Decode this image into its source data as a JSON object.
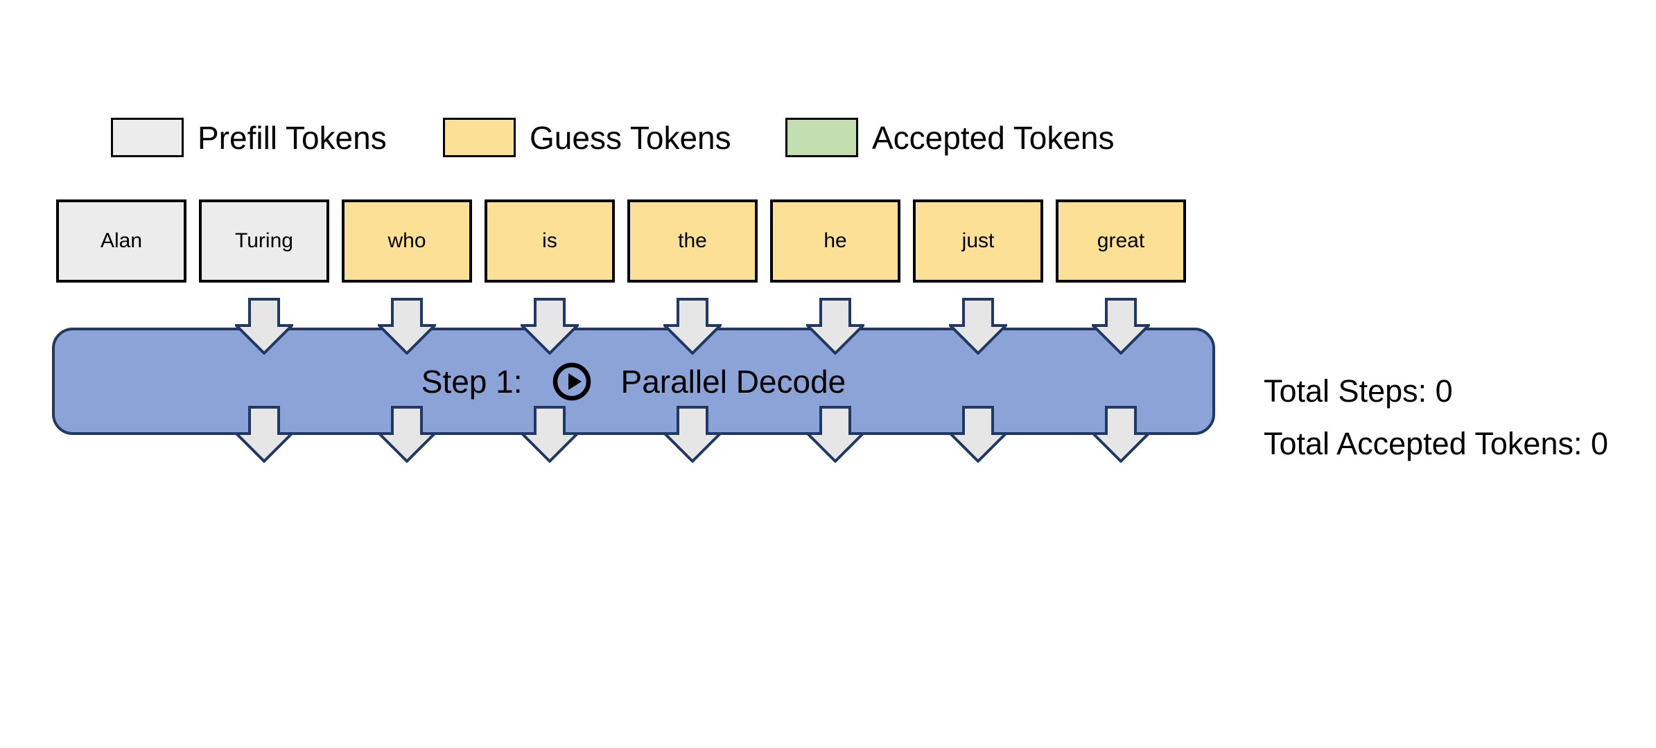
{
  "legend": {
    "items": [
      {
        "label": "Prefill Tokens",
        "type": "prefill"
      },
      {
        "label": "Guess Tokens",
        "type": "guess"
      },
      {
        "label": "Accepted Tokens",
        "type": "accepted"
      }
    ]
  },
  "tokens": [
    {
      "text": "Alan",
      "type": "prefill"
    },
    {
      "text": "Turing",
      "type": "prefill"
    },
    {
      "text": "who",
      "type": "guess"
    },
    {
      "text": "is",
      "type": "guess"
    },
    {
      "text": "the",
      "type": "guess"
    },
    {
      "text": "he",
      "type": "guess"
    },
    {
      "text": "just",
      "type": "guess"
    },
    {
      "text": "great",
      "type": "guess"
    }
  ],
  "step_bar": {
    "step_label": "Step 1:",
    "action_label": "Parallel Decode",
    "icon": "play-icon"
  },
  "stats": {
    "total_steps_label": "Total Steps:",
    "total_steps_value": "0",
    "total_accepted_label": "Total Accepted Tokens:",
    "total_accepted_value": "0"
  },
  "colors": {
    "prefill": "#ECECEC",
    "guess": "#FBE096",
    "accepted": "#C3DEB1",
    "bar_fill": "#8CA3D7",
    "bar_border": "#1F3864",
    "arrow_fill": "#E7E6E6",
    "token_border": "#000000",
    "text": "#000000"
  }
}
